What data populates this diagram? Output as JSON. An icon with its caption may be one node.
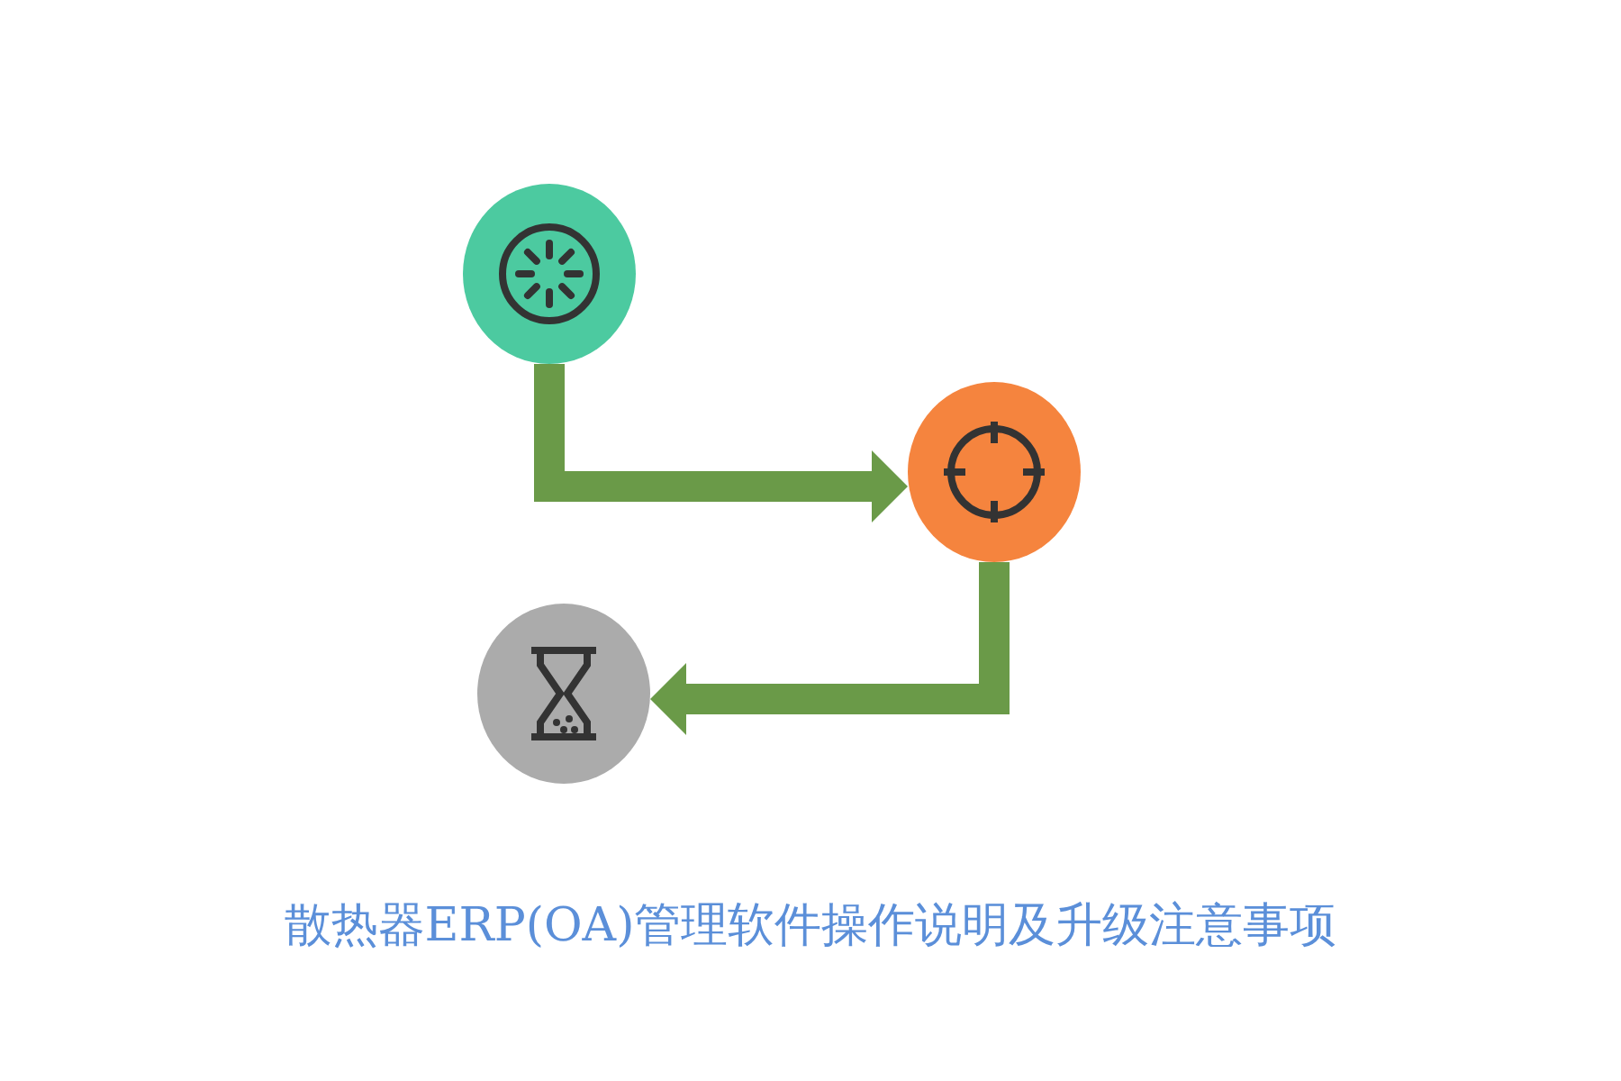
{
  "diagram": {
    "title": "散热器ERP(OA)管理软件操作说明及升级注意事项",
    "nodes": [
      {
        "text": [],
        "shape": "circle"
      },
      {
        "text": [],
        "shape": "circle"
      },
      {
        "text": [],
        "shape": "circle"
      }
    ],
    "edges": [
      {
        "from": 0,
        "to": 1,
        "arrow": "to"
      },
      {
        "from": 1,
        "to": 2,
        "arrow": "to"
      }
    ]
  }
}
